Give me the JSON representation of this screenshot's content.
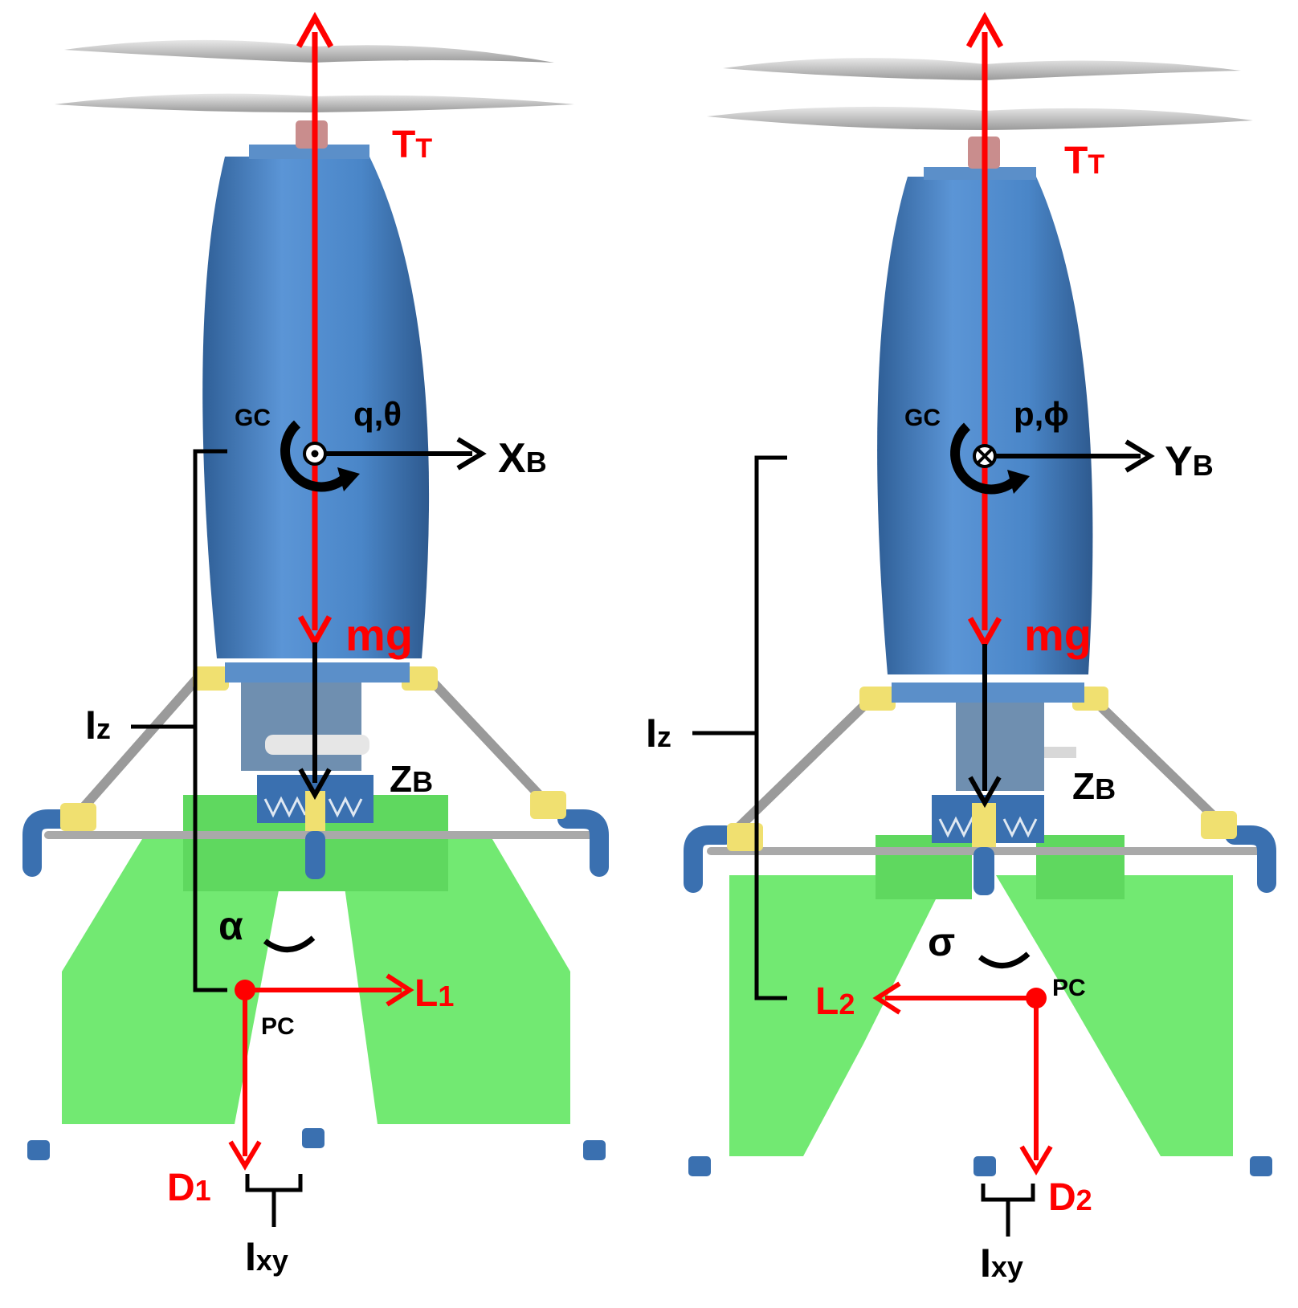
{
  "colors": {
    "force": "#ff0000",
    "axis": "#000000",
    "body": "#4a86c8",
    "body_dark": "#2f5f97",
    "fin": "#6ae86a",
    "joint": "#f0e070",
    "rod": "#a9a9a9",
    "blade": "#c9c9c9"
  },
  "panels": [
    {
      "thrust": {
        "main": "T",
        "sub": "T"
      },
      "gc": "GC",
      "rate": "q,θ",
      "x_axis": {
        "main": "X",
        "sub": "B"
      },
      "weight": "mg",
      "z_axis": {
        "main": "Z",
        "sub": "B"
      },
      "iz": {
        "main": "I",
        "sub": "z"
      },
      "angle": "α",
      "lift": {
        "main": "L",
        "sub": "1"
      },
      "pc": "PC",
      "drag": {
        "main": "D",
        "sub": "1"
      },
      "ixy": {
        "main": "I",
        "sub": "xy"
      },
      "gc_symbol": "dot-out-of-page-icon"
    },
    {
      "thrust": {
        "main": "T",
        "sub": "T"
      },
      "gc": "GC",
      "rate": "p,ϕ",
      "y_axis": {
        "main": "Y",
        "sub": "B"
      },
      "weight": "mg",
      "z_axis": {
        "main": "Z",
        "sub": "B"
      },
      "iz": {
        "main": "I",
        "sub": "z"
      },
      "angle": "σ",
      "lift": {
        "main": "L",
        "sub": "2"
      },
      "pc": "PC",
      "drag": {
        "main": "D",
        "sub": "2"
      },
      "ixy": {
        "main": "I",
        "sub": "xy"
      },
      "gc_symbol": "cross-into-page-icon"
    }
  ]
}
